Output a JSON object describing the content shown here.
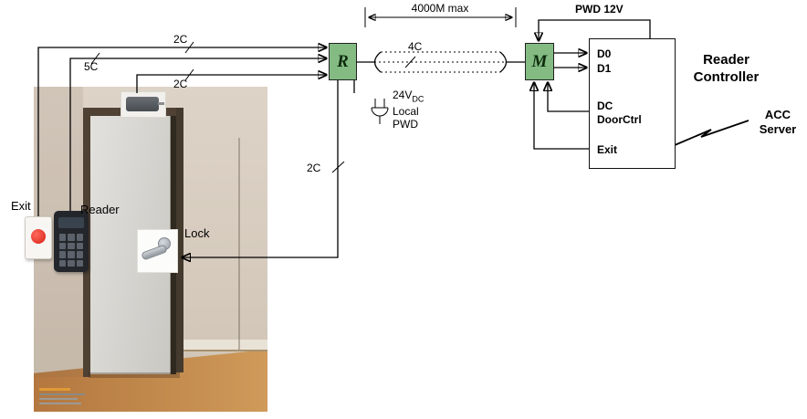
{
  "measure": "4000M max",
  "pwd12": "PWD 12V",
  "node_r": "R",
  "node_m": "M",
  "wires": {
    "exit": "2C",
    "reader": "5C",
    "closer": "2C",
    "lock": "2C",
    "trunk": "4C"
  },
  "local_pwd": {
    "volt": "24V",
    "volt_sub": "DC",
    "line2": "Local",
    "line3": "PWD"
  },
  "controller": {
    "title1": "Reader",
    "title2": "Controller",
    "ports": {
      "d0": "D0",
      "d1": "D1",
      "dc": "DC",
      "doorctrl": "DoorCtrl",
      "exit": "Exit"
    }
  },
  "server": {
    "line1": "ACC",
    "line2": "Server"
  },
  "door": {
    "exit": "Exit",
    "reader": "Reader",
    "lock": "Lock"
  },
  "colors": {
    "node_green": "#83bb83"
  }
}
